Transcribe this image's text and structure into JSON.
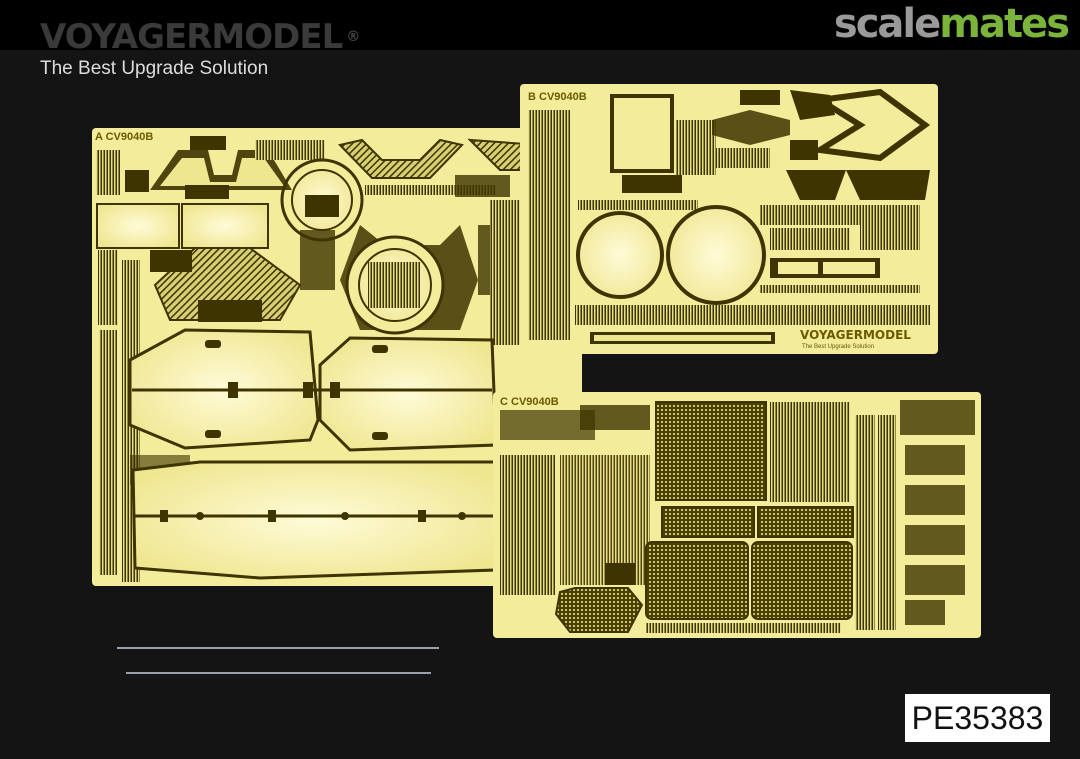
{
  "header": {
    "brand": "VOYAGERMODEL",
    "brand_mark": "®",
    "tagline": "The Best Upgrade Solution",
    "site_logo_a": "scale",
    "site_logo_b": "mates"
  },
  "product": {
    "code": "PE35383"
  },
  "frets": {
    "a_label": "A CV9040B",
    "b_label": "B CV9040B",
    "c_label": "C CV9040B",
    "b_logo": "VOYAGERMODEL",
    "b_logo_sub": "The Best Upgrade Solution"
  },
  "colors": {
    "brass": "#f3ec9a",
    "brass_dark": "#3d3400",
    "background": "#141414"
  }
}
